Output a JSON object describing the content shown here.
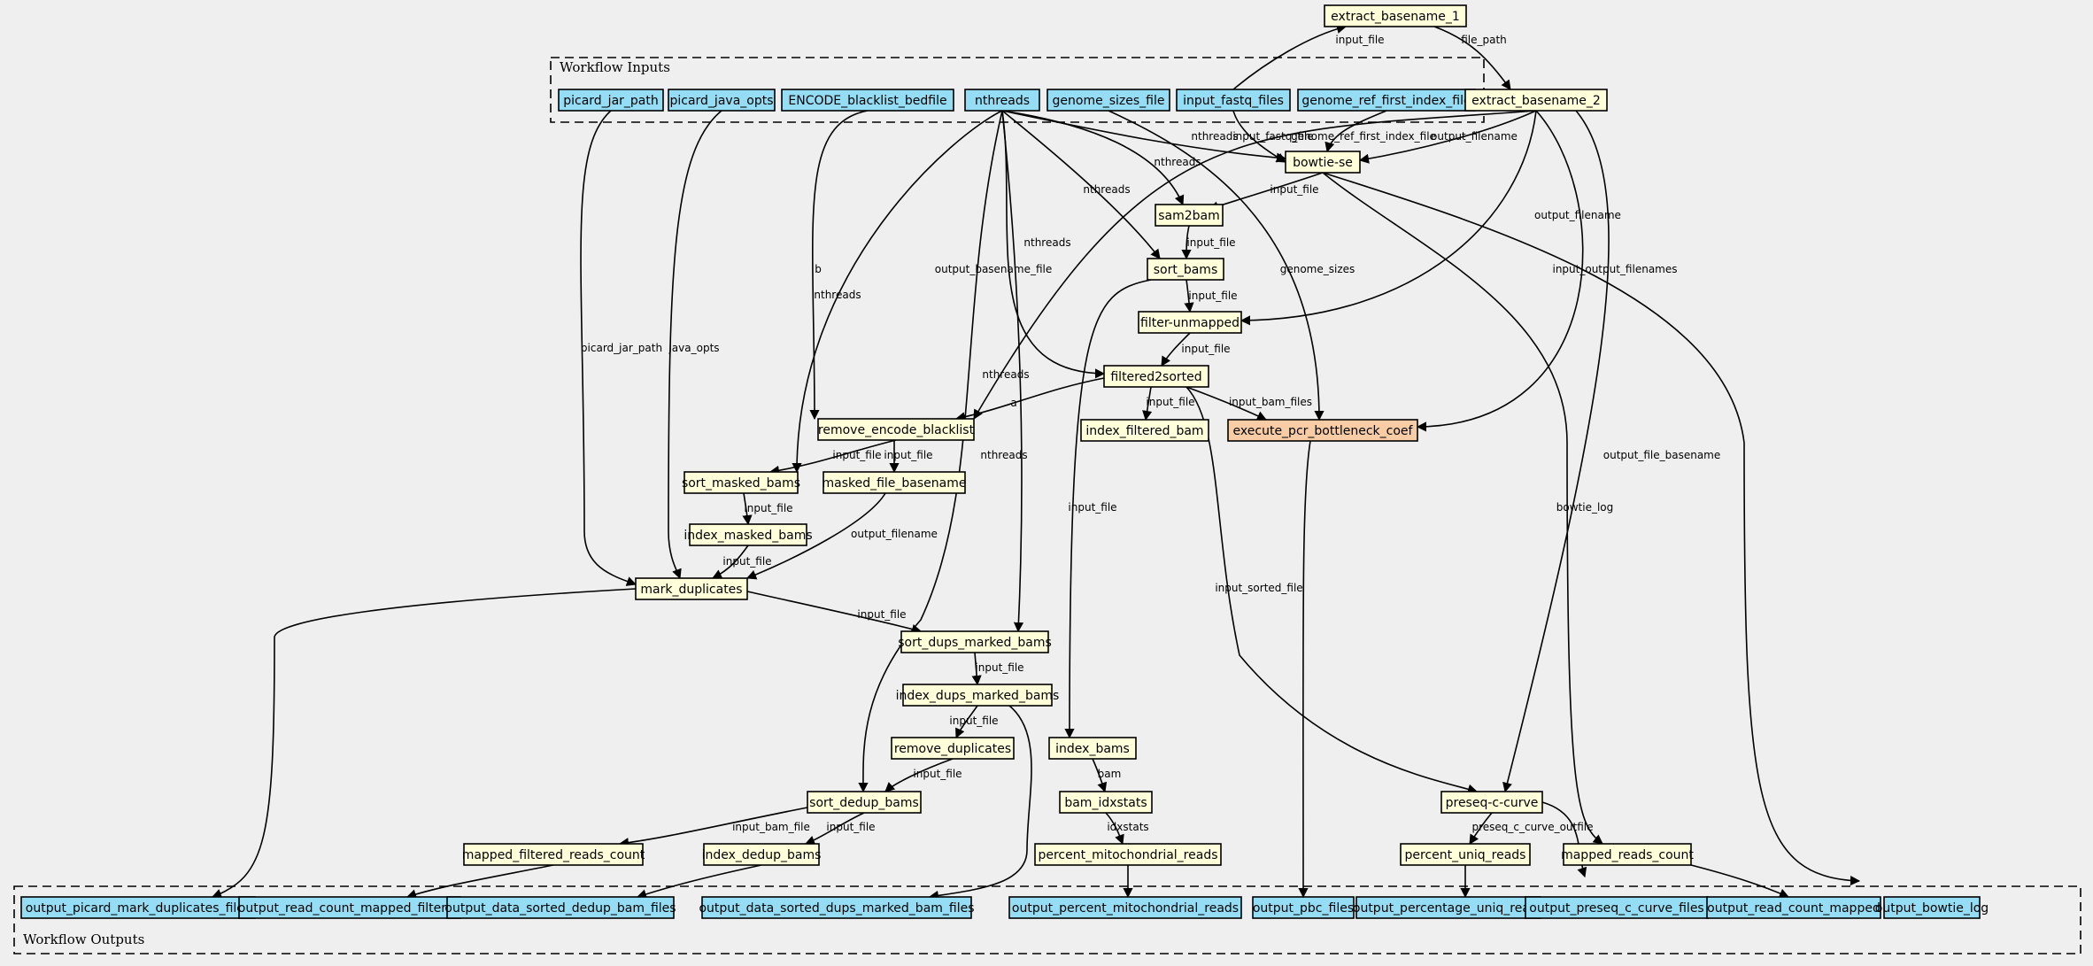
{
  "clusters": {
    "inputs_label": "Workflow Inputs",
    "outputs_label": "Workflow Outputs"
  },
  "colors": {
    "io_node": "#94ddf4",
    "step_node": "#ffffd9",
    "highlight_node": "#f8cda5",
    "background": "#efefef"
  },
  "inputs": [
    {
      "id": "picard_jar_path",
      "label": "picard_jar_path"
    },
    {
      "id": "picard_java_opts",
      "label": "picard_java_opts"
    },
    {
      "id": "ENCODE_blacklist_bedfile",
      "label": "ENCODE_blacklist_bedfile"
    },
    {
      "id": "nthreads",
      "label": "nthreads"
    },
    {
      "id": "genome_sizes_file",
      "label": "genome_sizes_file"
    },
    {
      "id": "input_fastq_files",
      "label": "input_fastq_files"
    },
    {
      "id": "genome_ref_first_index_file",
      "label": "genome_ref_first_index_file"
    }
  ],
  "steps": [
    {
      "id": "extract_basename_1",
      "label": "extract_basename_1"
    },
    {
      "id": "extract_basename_2",
      "label": "extract_basename_2"
    },
    {
      "id": "bowtie_se",
      "label": "bowtie-se"
    },
    {
      "id": "sam2bam",
      "label": "sam2bam"
    },
    {
      "id": "sort_bams",
      "label": "sort_bams"
    },
    {
      "id": "filter_unmapped",
      "label": "filter-unmapped"
    },
    {
      "id": "filtered2sorted",
      "label": "filtered2sorted"
    },
    {
      "id": "remove_encode_blacklist",
      "label": "remove_encode_blacklist"
    },
    {
      "id": "index_filtered_bam",
      "label": "index_filtered_bam"
    },
    {
      "id": "execute_pcr_bottleneck_coef",
      "label": "execute_pcr_bottleneck_coef",
      "highlight": true
    },
    {
      "id": "sort_masked_bams",
      "label": "sort_masked_bams"
    },
    {
      "id": "masked_file_basename",
      "label": "masked_file_basename"
    },
    {
      "id": "index_masked_bams",
      "label": "index_masked_bams"
    },
    {
      "id": "mark_duplicates",
      "label": "mark_duplicates"
    },
    {
      "id": "sort_dups_marked_bams",
      "label": "sort_dups_marked_bams"
    },
    {
      "id": "index_dups_marked_bams",
      "label": "index_dups_marked_bams"
    },
    {
      "id": "remove_duplicates",
      "label": "remove_duplicates"
    },
    {
      "id": "index_bams",
      "label": "index_bams"
    },
    {
      "id": "sort_dedup_bams",
      "label": "sort_dedup_bams"
    },
    {
      "id": "bam_idxstats",
      "label": "bam_idxstats"
    },
    {
      "id": "preseq_c_curve",
      "label": "preseq-c-curve"
    },
    {
      "id": "mapped_filtered_reads_count",
      "label": "mapped_filtered_reads_count"
    },
    {
      "id": "index_dedup_bams",
      "label": "index_dedup_bams"
    },
    {
      "id": "percent_mitochondrial_reads",
      "label": "percent_mitochondrial_reads"
    },
    {
      "id": "percent_uniq_reads",
      "label": "percent_uniq_reads"
    },
    {
      "id": "mapped_reads_count",
      "label": "mapped_reads_count"
    }
  ],
  "outputs": [
    {
      "id": "output_picard_mark_duplicates_files",
      "label": "output_picard_mark_duplicates_files"
    },
    {
      "id": "output_read_count_mapped_filtered",
      "label": "output_read_count_mapped_filtered"
    },
    {
      "id": "output_data_sorted_dedup_bam_files",
      "label": "output_data_sorted_dedup_bam_files"
    },
    {
      "id": "output_data_sorted_dups_marked_bam_files",
      "label": "output_data_sorted_dups_marked_bam_files"
    },
    {
      "id": "output_percent_mitochondrial_reads",
      "label": "output_percent_mitochondrial_reads"
    },
    {
      "id": "output_pbc_files",
      "label": "output_pbc_files"
    },
    {
      "id": "output_percentage_uniq_reads",
      "label": "output_percentage_uniq_reads"
    },
    {
      "id": "output_preseq_c_curve_files",
      "label": "output_preseq_c_curve_files"
    },
    {
      "id": "output_read_count_mapped",
      "label": "output_read_count_mapped"
    },
    {
      "id": "output_bowtie_log",
      "label": "output_bowtie_log"
    }
  ],
  "edges": [
    {
      "id": "e01",
      "from": "input_fastq_files",
      "to": "extract_basename_1",
      "label": "input_file"
    },
    {
      "id": "e02",
      "from": "extract_basename_1",
      "to": "extract_basename_2",
      "label": "file_path"
    },
    {
      "id": "e03",
      "from": "nthreads",
      "to": "bowtie_se",
      "label": "nthreads"
    },
    {
      "id": "e04",
      "from": "input_fastq_files",
      "to": "bowtie_se",
      "label": "input_fastq_file"
    },
    {
      "id": "e05",
      "from": "genome_ref_first_index_file",
      "to": "bowtie_se",
      "label": "genome_ref_first_index_file"
    },
    {
      "id": "e06",
      "from": "extract_basename_2",
      "to": "bowtie_se",
      "label": "output_filename"
    },
    {
      "id": "e07",
      "from": "nthreads",
      "to": "sam2bam",
      "label": "nthreads"
    },
    {
      "id": "e08",
      "from": "bowtie_se",
      "to": "sam2bam",
      "label": "input_file"
    },
    {
      "id": "e09",
      "from": "nthreads",
      "to": "sort_bams",
      "label": "nthreads"
    },
    {
      "id": "e10",
      "from": "sam2bam",
      "to": "sort_bams",
      "label": "input_file"
    },
    {
      "id": "e11",
      "from": "sort_bams",
      "to": "filter_unmapped",
      "label": "input_file"
    },
    {
      "id": "e12",
      "from": "extract_basename_2",
      "to": "filter_unmapped",
      "label": "output_filename"
    },
    {
      "id": "e13",
      "from": "nthreads",
      "to": "filtered2sorted",
      "label": "nthreads"
    },
    {
      "id": "e14",
      "from": "filter_unmapped",
      "to": "filtered2sorted",
      "label": "input_file"
    },
    {
      "id": "e15",
      "from": "genome_sizes_file",
      "to": "execute_pcr_bottleneck_coef",
      "label": "genome_sizes"
    },
    {
      "id": "e16",
      "from": "filtered2sorted",
      "to": "execute_pcr_bottleneck_coef",
      "label": "input_bam_files"
    },
    {
      "id": "e17",
      "from": "extract_basename_2",
      "to": "execute_pcr_bottleneck_coef",
      "label": "input_output_filenames"
    },
    {
      "id": "e18",
      "from": "filtered2sorted",
      "to": "index_filtered_bam",
      "label": "input_file"
    },
    {
      "id": "e19",
      "from": "filtered2sorted",
      "to": "remove_encode_blacklist",
      "label": "a"
    },
    {
      "id": "e20",
      "from": "ENCODE_blacklist_bedfile",
      "to": "remove_encode_blacklist",
      "label": "b"
    },
    {
      "id": "e21",
      "from": "extract_basename_2",
      "to": "remove_encode_blacklist",
      "label": "output_basename_file"
    },
    {
      "id": "e22",
      "from": "remove_encode_blacklist",
      "to": "sort_masked_bams",
      "label": "input_file"
    },
    {
      "id": "e23",
      "from": "nthreads",
      "to": "sort_masked_bams",
      "label": "nthreads"
    },
    {
      "id": "e24",
      "from": "remove_encode_blacklist",
      "to": "masked_file_basename",
      "label": "input_file"
    },
    {
      "id": "e25",
      "from": "sort_masked_bams",
      "to": "index_masked_bams",
      "label": "input_file"
    },
    {
      "id": "e26",
      "from": "index_masked_bams",
      "to": "mark_duplicates",
      "label": "input_file"
    },
    {
      "id": "e27",
      "from": "masked_file_basename",
      "to": "mark_duplicates",
      "label": "output_filename"
    },
    {
      "id": "e28",
      "from": "picard_jar_path",
      "to": "mark_duplicates",
      "label": "picard_jar_path"
    },
    {
      "id": "e29",
      "from": "picard_java_opts",
      "to": "mark_duplicates",
      "label": "java_opts"
    },
    {
      "id": "e30",
      "from": "mark_duplicates",
      "to": "sort_dups_marked_bams",
      "label": "input_file"
    },
    {
      "id": "e31",
      "from": "nthreads",
      "to": "sort_dups_marked_bams",
      "label": "nthreads"
    },
    {
      "id": "e32",
      "from": "sort_dups_marked_bams",
      "to": "index_dups_marked_bams",
      "label": "input_file"
    },
    {
      "id": "e33",
      "from": "index_dups_marked_bams",
      "to": "remove_duplicates",
      "label": "input_file"
    },
    {
      "id": "e34",
      "from": "remove_duplicates",
      "to": "sort_dedup_bams",
      "label": "input_file"
    },
    {
      "id": "e35",
      "from": "nthreads",
      "to": "sort_dedup_bams",
      "label": "nthreads"
    },
    {
      "id": "e36",
      "from": "sort_dedup_bams",
      "to": "index_dedup_bams",
      "label": "input_file"
    },
    {
      "id": "e37",
      "from": "sort_dedup_bams",
      "to": "mapped_filtered_reads_count",
      "label": "input_bam_file"
    },
    {
      "id": "e38",
      "from": "sort_bams",
      "to": "index_bams",
      "label": "input_file"
    },
    {
      "id": "e39",
      "from": "index_bams",
      "to": "bam_idxstats",
      "label": "bam"
    },
    {
      "id": "e40",
      "from": "bam_idxstats",
      "to": "percent_mitochondrial_reads",
      "label": "idxstats"
    },
    {
      "id": "e41",
      "from": "filtered2sorted",
      "to": "preseq_c_curve",
      "label": "input_sorted_file"
    },
    {
      "id": "e42",
      "from": "extract_basename_2",
      "to": "preseq_c_curve",
      "label": "output_file_basename"
    },
    {
      "id": "e43",
      "from": "preseq_c_curve",
      "to": "percent_uniq_reads",
      "label": "preseq_c_curve_outfile"
    },
    {
      "id": "e44",
      "from": "bowtie_se",
      "to": "mapped_reads_count",
      "label": "bowtie_log"
    },
    {
      "id": "e45",
      "from": "mark_duplicates",
      "to": "output_picard_mark_duplicates_files",
      "label": ""
    },
    {
      "id": "e46",
      "from": "mapped_filtered_reads_count",
      "to": "output_read_count_mapped_filtered",
      "label": ""
    },
    {
      "id": "e47",
      "from": "index_dedup_bams",
      "to": "output_data_sorted_dedup_bam_files",
      "label": ""
    },
    {
      "id": "e48",
      "from": "index_dups_marked_bams",
      "to": "output_data_sorted_dups_marked_bam_files",
      "label": ""
    },
    {
      "id": "e49",
      "from": "percent_mitochondrial_reads",
      "to": "output_percent_mitochondrial_reads",
      "label": ""
    },
    {
      "id": "e50",
      "from": "execute_pcr_bottleneck_coef",
      "to": "output_pbc_files",
      "label": ""
    },
    {
      "id": "e51",
      "from": "percent_uniq_reads",
      "to": "output_percentage_uniq_reads",
      "label": ""
    },
    {
      "id": "e52",
      "from": "preseq_c_curve",
      "to": "output_preseq_c_curve_files",
      "label": ""
    },
    {
      "id": "e53",
      "from": "mapped_reads_count",
      "to": "output_read_count_mapped",
      "label": ""
    },
    {
      "id": "e54",
      "from": "bowtie_se",
      "to": "output_bowtie_log",
      "label": ""
    }
  ]
}
